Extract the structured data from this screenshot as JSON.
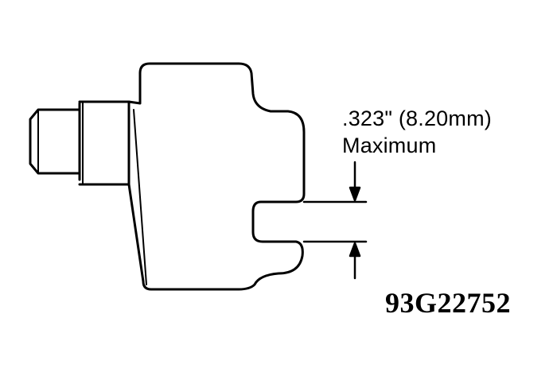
{
  "dimension": {
    "value_text": ".323\" (8.20mm)",
    "qualifier_text": "Maximum"
  },
  "figure_id": "93G22752"
}
